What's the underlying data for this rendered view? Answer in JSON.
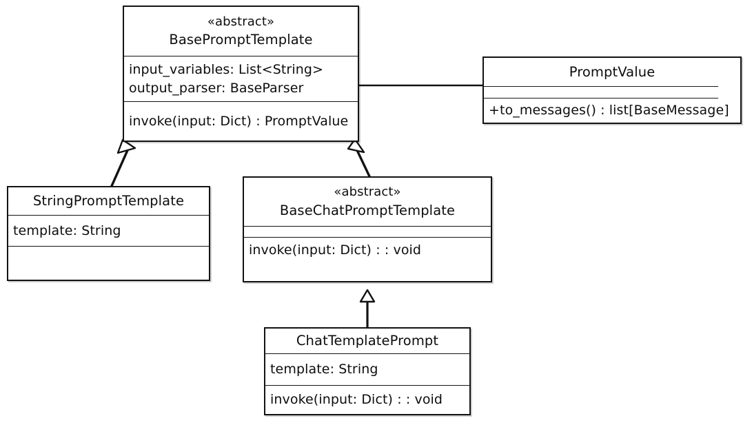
{
  "diagram": {
    "type": "uml-class-diagram",
    "title": "LangChain prompt template class hierarchy",
    "background_color": "#ffffff",
    "stroke_color": "#121212",
    "text_color": "#0d0d0d"
  },
  "classes": {
    "base_prompt_template": {
      "stereotype": "«abstract»",
      "name": "BasePromptTemplate",
      "attributes": [
        "input_variables: List<String>",
        "output_parser: BaseParser"
      ],
      "methods": [
        "invoke(input: Dict) : PromptValue"
      ]
    },
    "prompt_value": {
      "stereotype": "",
      "name": "PromptValue",
      "attributes": [],
      "methods": [
        "+to_messages() : list[BaseMessage]"
      ]
    },
    "string_prompt_template": {
      "stereotype": "",
      "name": "StringPromptTemplate",
      "attributes": [
        "template: String"
      ],
      "methods": []
    },
    "base_chat_prompt_template": {
      "stereotype": "«abstract»",
      "name": "BaseChatPromptTemplate",
      "attributes": [],
      "methods": [
        "invoke(input: Dict) : : void"
      ]
    },
    "chat_template_prompt": {
      "stereotype": "",
      "name": "ChatTemplatePrompt",
      "attributes": [
        "template: String"
      ],
      "methods": [
        "invoke(input: Dict) : : void"
      ]
    }
  },
  "relationships": [
    {
      "name": "string-prompt-template-inherits-base-prompt-template",
      "kind": "generalization",
      "from": "StringPromptTemplate",
      "to": "BasePromptTemplate"
    },
    {
      "name": "base-chat-prompt-template-inherits-base-prompt-template",
      "kind": "generalization",
      "from": "BaseChatPromptTemplate",
      "to": "BasePromptTemplate"
    },
    {
      "name": "chat-template-prompt-inherits-base-chat-prompt-template",
      "kind": "generalization",
      "from": "ChatTemplatePrompt",
      "to": "BaseChatPromptTemplate"
    },
    {
      "name": "base-prompt-template-association-prompt-value",
      "kind": "association",
      "from": "BasePromptTemplate",
      "to": "PromptValue"
    }
  ]
}
